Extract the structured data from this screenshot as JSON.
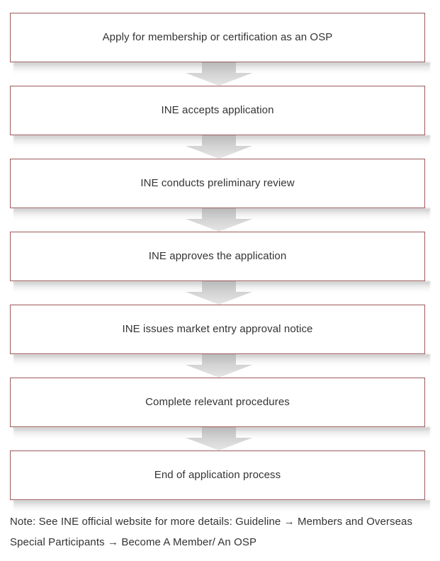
{
  "flowchart": {
    "type": "flowchart",
    "orientation": "vertical",
    "connector": "down-arrow",
    "colors": {
      "box_border": "#9c5a5c",
      "box_fill": "#ffffff",
      "text": "#333333",
      "arrow_fill_light": "#e2e2e2",
      "arrow_fill_dark": "#bcbcbc"
    },
    "steps": [
      {
        "id": "step-1",
        "label": "Apply for membership or certification as an OSP"
      },
      {
        "id": "step-2",
        "label": "INE accepts application"
      },
      {
        "id": "step-3",
        "label": "INE conducts preliminary review"
      },
      {
        "id": "step-4",
        "label": "INE approves the application"
      },
      {
        "id": "step-5",
        "label": "INE issues market entry approval notice"
      },
      {
        "id": "step-6",
        "label": "Complete relevant procedures"
      },
      {
        "id": "step-7",
        "label": "End of application process"
      }
    ],
    "note": "Note: See INE official website for more details: Guideline → Members and Overseas Special Participants → Become A Member/ An OSP"
  }
}
